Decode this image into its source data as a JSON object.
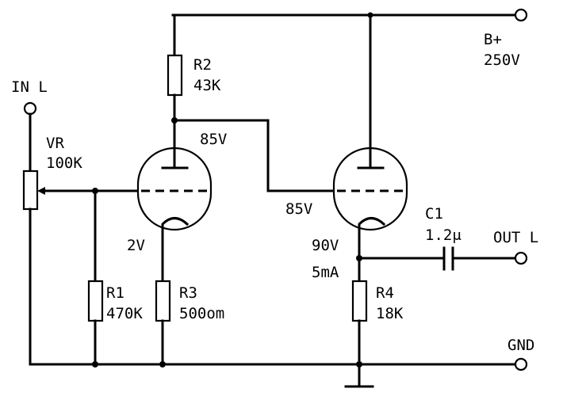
{
  "labels": {
    "in_l": "IN L",
    "vr_name": "VR",
    "vr_value": "100K",
    "r2_name": "R2",
    "r2_value": "43K",
    "b_plus": "B+",
    "b_voltage": "250V",
    "v1_plate": "85V",
    "v2_grid": "85V",
    "v1_cathode": "2V",
    "v2_cathode": "90V",
    "v2_current": "5mA",
    "c1_name": "C1",
    "c1_value": "1.2μ",
    "out_l": "OUT L",
    "r1_name": "R1",
    "r1_value": "470K",
    "r3_name": "R3",
    "r3_value": "500om",
    "r4_name": "R4",
    "r4_value": "18K",
    "gnd": "GND"
  }
}
